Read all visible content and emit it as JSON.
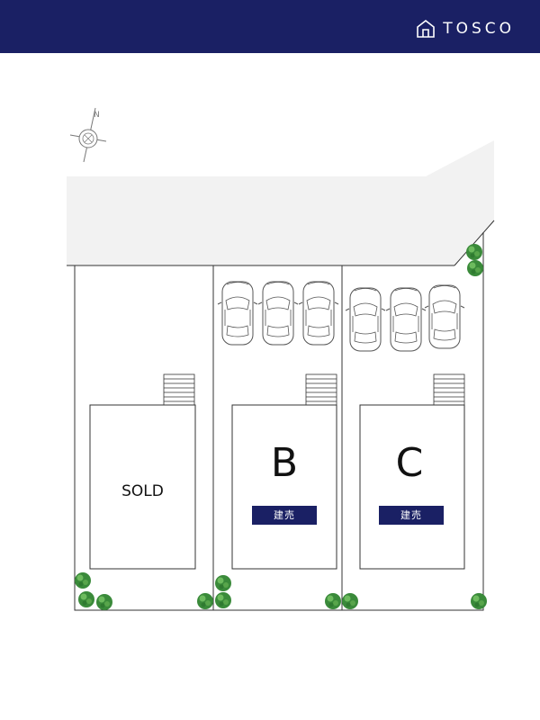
{
  "header": {
    "brand": "TOSCO",
    "logo_icon": "house-outline-icon",
    "background_color": "#1a2064"
  },
  "compass": {
    "icon": "north-arrow-icon",
    "north_label": "N"
  },
  "road": {
    "color": "#f2f2f2"
  },
  "lots": [
    {
      "id": "A",
      "letter": "",
      "status_text": "SOLD",
      "badge": ""
    },
    {
      "id": "B",
      "letter": "B",
      "status_text": "",
      "badge": "建売"
    },
    {
      "id": "C",
      "letter": "C",
      "status_text": "",
      "badge": "建売"
    }
  ],
  "parking": {
    "car_icon": "car-topview-icon",
    "lot_b_cars": 3,
    "lot_c_cars": 3
  },
  "trees": {
    "icon": "shrub-icon",
    "color": "#3a8a3a"
  }
}
